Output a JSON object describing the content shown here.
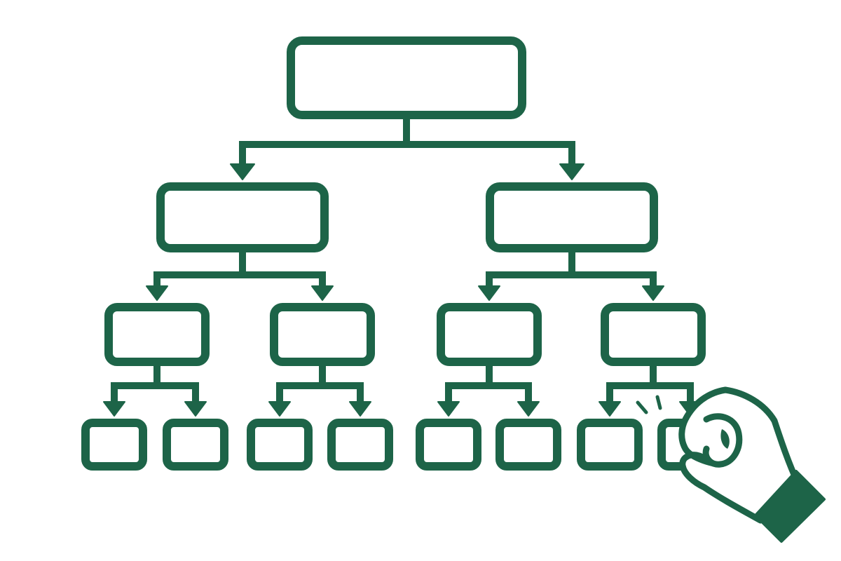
{
  "colors": {
    "stroke": "#1d6448",
    "background": "#ffffff"
  },
  "diagram": {
    "type": "hierarchy-tree",
    "levels": 4,
    "root": {
      "id": "root",
      "label": "",
      "children": [
        {
          "id": "l1-left",
          "label": "",
          "children": [
            {
              "id": "l2-a",
              "label": "",
              "children": [
                {
                  "id": "l3-a1",
                  "label": ""
                },
                {
                  "id": "l3-a2",
                  "label": ""
                }
              ]
            },
            {
              "id": "l2-b",
              "label": "",
              "children": [
                {
                  "id": "l3-b1",
                  "label": ""
                },
                {
                  "id": "l3-b2",
                  "label": ""
                }
              ]
            }
          ]
        },
        {
          "id": "l1-right",
          "label": "",
          "children": [
            {
              "id": "l2-c",
              "label": "",
              "children": [
                {
                  "id": "l3-c1",
                  "label": ""
                },
                {
                  "id": "l3-c2",
                  "label": ""
                }
              ]
            },
            {
              "id": "l2-d",
              "label": "",
              "children": [
                {
                  "id": "l3-d1",
                  "label": ""
                },
                {
                  "id": "l3-d2",
                  "label": "",
                  "highlighted": true
                }
              ]
            }
          ]
        }
      ]
    },
    "decorations": {
      "hand": {
        "icon": "hand-pinch-icon",
        "holding": "l3-d2"
      }
    }
  }
}
